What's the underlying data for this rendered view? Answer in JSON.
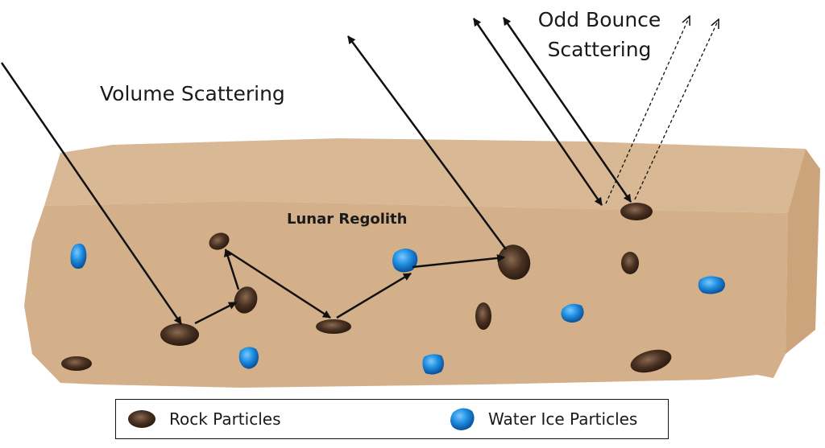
{
  "labels": {
    "volume_scattering": "Volume Scattering",
    "odd_bounce_line1": "Odd Bounce",
    "odd_bounce_line2": "Scattering",
    "lunar_regolith": "Lunar Regolith"
  },
  "legend": {
    "rock": "Rock Particles",
    "ice": "Water Ice Particles"
  },
  "colors": {
    "regolith": "#d9b48e",
    "regolith_side": "#cfa47a",
    "rock": "#4a3222",
    "ice": "#1f8fe0",
    "arrow": "#111111"
  }
}
